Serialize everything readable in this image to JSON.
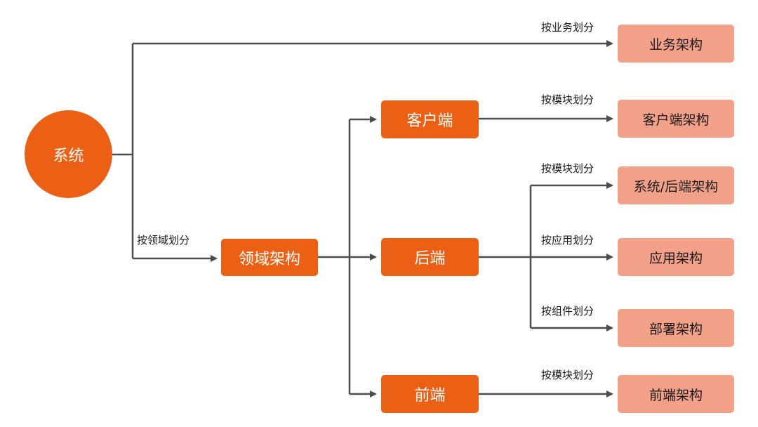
{
  "colors": {
    "primary": "#ec6016",
    "leaf": "#f3a088",
    "line": "#4d4d4d"
  },
  "nodes": {
    "system": "系统",
    "domain_arch": "领域架构",
    "client": "客户端",
    "backend": "后端",
    "frontend": "前端",
    "business_arch": "业务架构",
    "client_arch": "客户端架构",
    "system_backend_arch": "系统/后端架构",
    "application_arch": "应用架构",
    "deployment_arch": "部署架构",
    "frontend_arch": "前端架构"
  },
  "edge_labels": {
    "by_business": "按业务划分",
    "by_domain": "按领域划分",
    "by_module_client": "按模块划分",
    "by_module_backend": "按模块划分",
    "by_application": "按应用划分",
    "by_component": "按组件划分",
    "by_module_frontend": "按模块划分"
  }
}
